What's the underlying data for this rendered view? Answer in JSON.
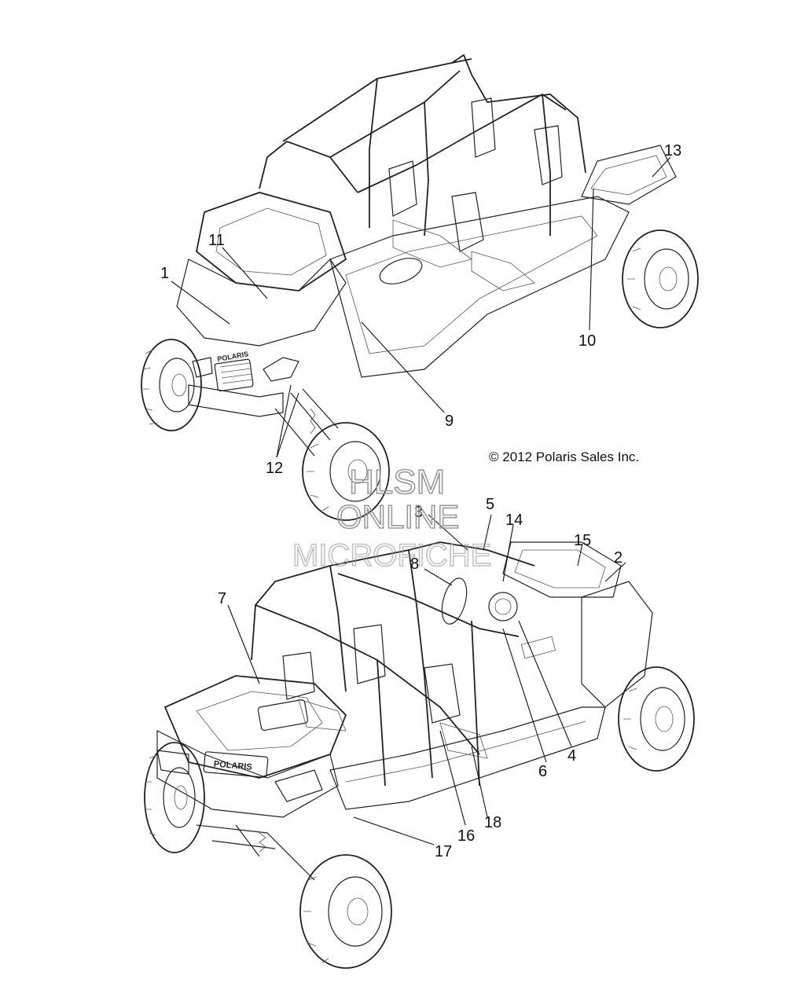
{
  "copyright": "© 2012 Polaris Sales Inc.",
  "watermark": {
    "line1": "HLSM",
    "line2": "ONLINE",
    "line3": "MICROFICHE"
  },
  "brand_badges": {
    "top_grille": "POLARIS",
    "bottom_grille": "POLARIS"
  },
  "callouts": {
    "c1": "1",
    "c2": "2",
    "c3": "3",
    "c4": "4",
    "c5": "5",
    "c6": "6",
    "c7": "7",
    "c8": "8",
    "c9": "9",
    "c10": "10",
    "c11": "11",
    "c12": "12",
    "c13": "13",
    "c14": "14",
    "c15": "15",
    "c16": "16",
    "c17": "17",
    "c18": "18"
  }
}
